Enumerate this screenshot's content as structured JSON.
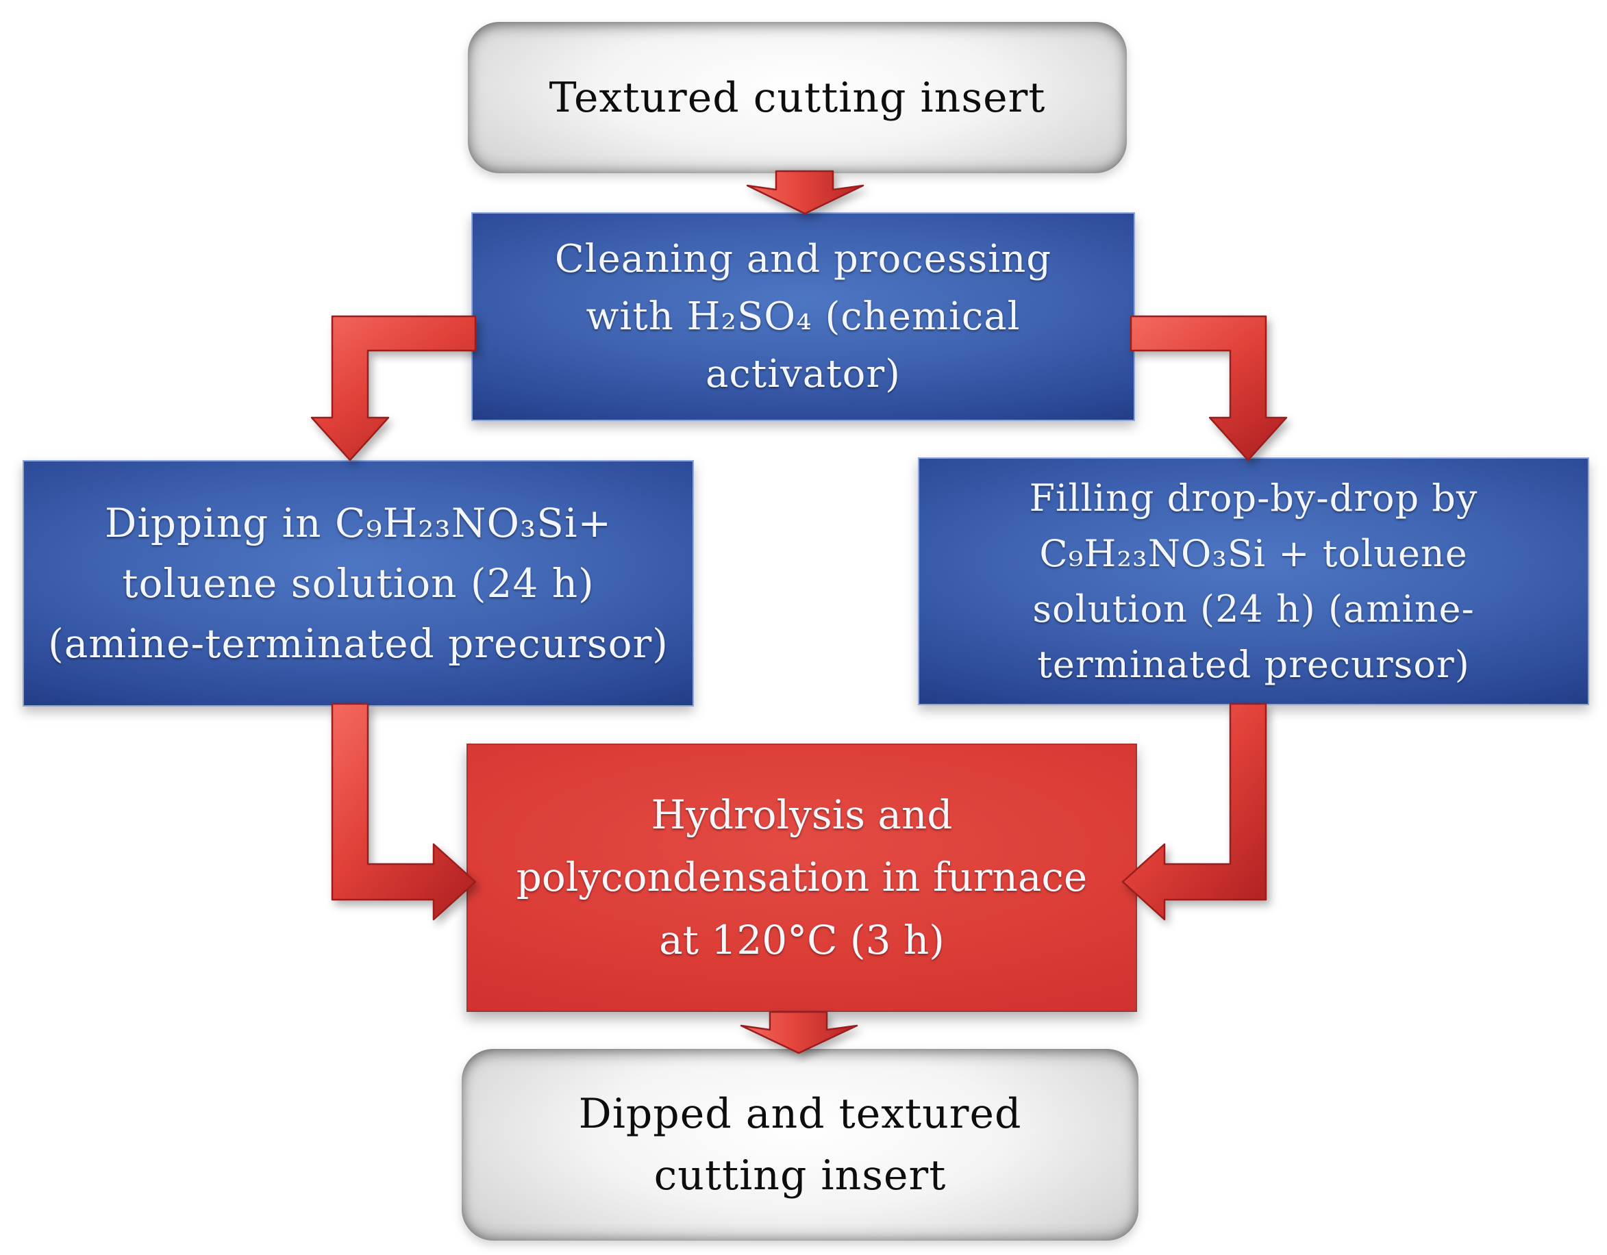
{
  "figure": {
    "type": "flowchart",
    "description": "Sol-gel coating process for textured cutting inserts",
    "background": "#ffffff",
    "nodes": {
      "start": {
        "text": "Textured cutting insert",
        "shape": "rounded-rectangle",
        "style": "gray"
      },
      "cleaning": {
        "text": "Cleaning and processing\nwith H₂SO₄ (chemical\nactivator)",
        "shape": "rectangle",
        "style": "blue"
      },
      "dipping": {
        "text": "Dipping in C₉H₂₃NO₃Si+\ntoluene solution (24 h)\n(amine-terminated precursor)",
        "shape": "rectangle",
        "style": "blue"
      },
      "filling": {
        "text": "Filling drop-by-drop by\nC₉H₂₃NO₃Si + toluene\nsolution (24 h) (amine-\nterminated precursor)",
        "shape": "rectangle",
        "style": "blue"
      },
      "hydrolysis": {
        "text": "Hydrolysis and\npolycondensation in furnace\nat 120°C (3 h)",
        "shape": "rectangle",
        "style": "red"
      },
      "end": {
        "text": "Dipped and textured\ncutting insert",
        "shape": "rounded-rectangle",
        "style": "gray"
      }
    },
    "edges": [
      {
        "from": "start",
        "to": "cleaning",
        "shape": "straight-down"
      },
      {
        "from": "cleaning",
        "to": "dipping",
        "shape": "elbow-left-down"
      },
      {
        "from": "cleaning",
        "to": "filling",
        "shape": "elbow-right-down"
      },
      {
        "from": "dipping",
        "to": "hydrolysis",
        "shape": "elbow-down-right"
      },
      {
        "from": "filling",
        "to": "hydrolysis",
        "shape": "elbow-down-left"
      },
      {
        "from": "hydrolysis",
        "to": "end",
        "shape": "straight-down"
      }
    ],
    "colors": {
      "box_blue_center": "#4d76c3",
      "box_blue_edge": "#15255a",
      "box_blue_border": "#8ea6d6",
      "box_red_center": "#e24b43",
      "box_red_edge": "#b52725",
      "box_gray_center": "#ffffff",
      "box_gray_edge": "#8d8d8d",
      "arrow_light": "#f4695f",
      "arrow_dark": "#b52424",
      "arrow_outline": "#9b1d1c",
      "text_on_dark": "#f3f6fc",
      "text_on_gray": "#0d0d0d"
    }
  }
}
